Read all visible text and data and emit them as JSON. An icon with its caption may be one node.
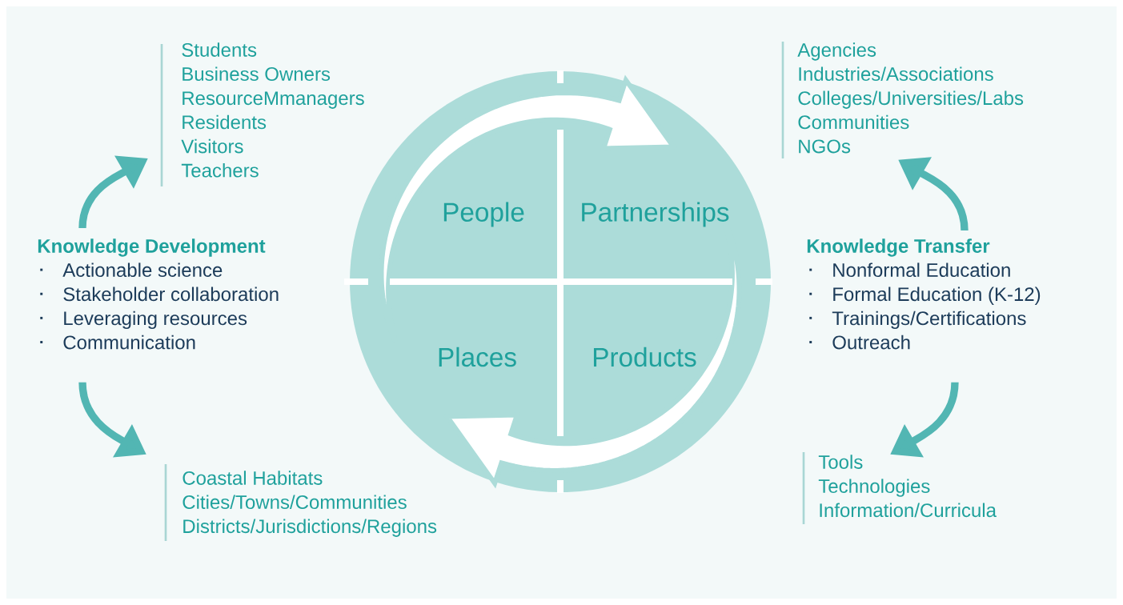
{
  "diagram": {
    "nodes": [
      {
        "text": [
          "People"
        ]
      },
      {
        "text": [
          "Partnerships"
        ]
      },
      {
        "text": [
          "Places"
        ]
      },
      {
        "text": [
          "Products"
        ]
      },
      {
        "text": [
          "Students",
          "Business Owners",
          "ResourceMmanagers",
          "Residents",
          "Visitors",
          "Teachers"
        ]
      },
      {
        "text": [
          "Knowledge Development",
          "Actionable science",
          "Stakeholder collaboration",
          "Leveraging resources",
          "Communication"
        ]
      },
      {
        "text": [
          "Coastal Habitats",
          "Cities/Towns/Communities",
          "Districts/Jurisdictions/Regions"
        ]
      },
      {
        "text": [
          "Agencies",
          "Industries/Associations",
          "Colleges/Universities/Labs",
          "Communities",
          "NGOs"
        ]
      },
      {
        "text": [
          "Knowledge Transfer",
          "Nonformal Education",
          "Formal Education (K-12)",
          "Trainings/Certifications",
          "Outreach"
        ]
      },
      {
        "text": [
          "Tools",
          "Technologies",
          "Information/Curricula"
        ]
      }
    ],
    "edges": [
      {
        "from": 5,
        "to": 4,
        "arrow": "to"
      },
      {
        "from": 5,
        "to": 6,
        "arrow": "to"
      },
      {
        "from": 8,
        "to": 7,
        "arrow": "to"
      },
      {
        "from": 8,
        "to": 9,
        "arrow": "to"
      }
    ]
  }
}
